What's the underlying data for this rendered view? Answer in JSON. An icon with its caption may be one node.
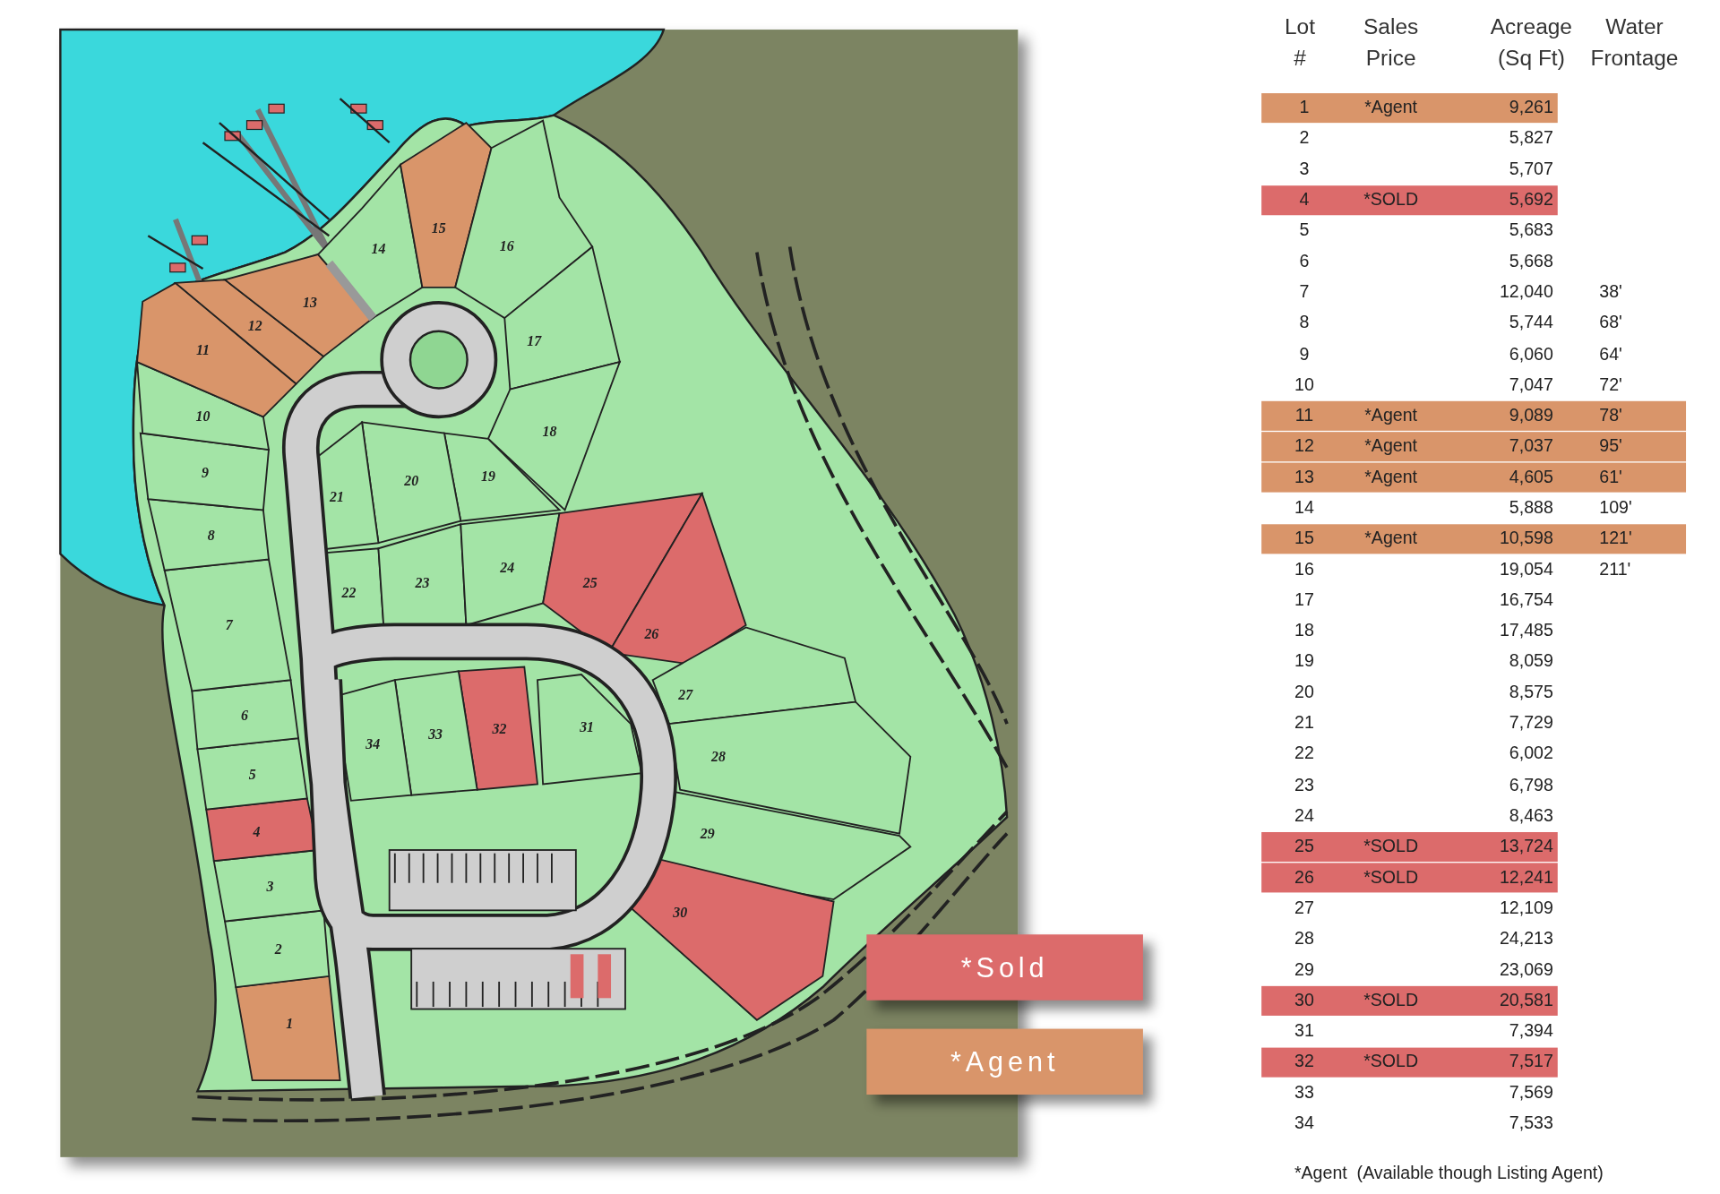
{
  "diagram": {
    "nodes": [
      {
        "text": [
          "1"
        ]
      },
      {
        "text": [
          "2"
        ]
      },
      {
        "text": [
          "3"
        ]
      },
      {
        "text": [
          "4"
        ]
      },
      {
        "text": [
          "5"
        ]
      },
      {
        "text": [
          "6"
        ]
      },
      {
        "text": [
          "7"
        ]
      },
      {
        "text": [
          "8"
        ]
      },
      {
        "text": [
          "9"
        ]
      },
      {
        "text": [
          "10"
        ]
      },
      {
        "text": [
          "11"
        ]
      },
      {
        "text": [
          "12"
        ]
      },
      {
        "text": [
          "13"
        ]
      },
      {
        "text": [
          "14"
        ]
      },
      {
        "text": [
          "15"
        ]
      },
      {
        "text": [
          "16"
        ]
      },
      {
        "text": [
          "17"
        ]
      },
      {
        "text": [
          "18"
        ]
      },
      {
        "text": [
          "19"
        ]
      },
      {
        "text": [
          "20"
        ]
      },
      {
        "text": [
          "21"
        ]
      },
      {
        "text": [
          "22"
        ]
      },
      {
        "text": [
          "23"
        ]
      },
      {
        "text": [
          "24"
        ]
      },
      {
        "text": [
          "25"
        ]
      },
      {
        "text": [
          "26"
        ]
      },
      {
        "text": [
          "27"
        ]
      },
      {
        "text": [
          "28"
        ]
      },
      {
        "text": [
          "29"
        ]
      },
      {
        "text": [
          "30"
        ]
      },
      {
        "text": [
          "31"
        ]
      },
      {
        "text": [
          "32"
        ]
      },
      {
        "text": [
          "33"
        ]
      },
      {
        "text": [
          "34"
        ]
      }
    ],
    "labels": [
      "Lot #",
      "Sales Price",
      "Acreage (Sq Ft)",
      "Water Frontage",
      "1",
      "*Agent",
      "9,261",
      "2",
      "5,827",
      "3",
      "5,707",
      "4",
      "*SOLD",
      "5,692",
      "5",
      "5,683",
      "6",
      "5,668",
      "7",
      "12,040",
      "38'",
      "8",
      "5,744",
      "68'",
      "9",
      "6,060",
      "64'",
      "10",
      "7,047",
      "72'",
      "11",
      "*Agent",
      "9,089",
      "78'",
      "12",
      "*Agent",
      "7,037",
      "95'",
      "13",
      "*Agent",
      "4,605",
      "61'",
      "14",
      "5,888",
      "109'",
      "15",
      "*Agent",
      "10,598",
      "121'",
      "16",
      "19,054",
      "211'",
      "17",
      "16,754",
      "18",
      "17,485",
      "19",
      "8,059",
      "20",
      "8,575",
      "21",
      "7,729",
      "22",
      "6,002",
      "23",
      "6,798",
      "24",
      "8,463",
      "25",
      "*SOLD",
      "13,724",
      "26",
      "*SOLD",
      "12,241",
      "27",
      "12,109",
      "28",
      "24,213",
      "29",
      "23,069",
      "30",
      "*SOLD",
      "20,581",
      "31",
      "7,394",
      "32",
      "*SOLD",
      "7,517",
      "33",
      "7,569",
      "34",
      "7,533",
      "*Agent  (Available though Listing Agent)"
    ],
    "legend": [
      {
        "text": "*Sold",
        "color": "#dc6b6b"
      },
      {
        "text": "*Agent",
        "color": "#d9956a"
      }
    ]
  }
}
